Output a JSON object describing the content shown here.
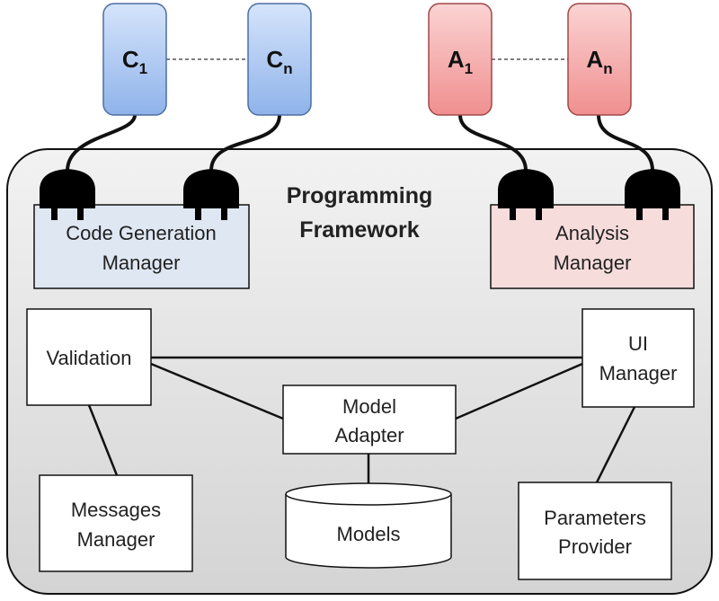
{
  "diagram": {
    "framework_title_line1": "Programming",
    "framework_title_line2": "Framework",
    "plugins": {
      "c1": {
        "base": "C",
        "sub": "1"
      },
      "cn": {
        "base": "C",
        "sub": "n"
      },
      "a1": {
        "base": "A",
        "sub": "1"
      },
      "an": {
        "base": "A",
        "sub": "n"
      }
    },
    "managers": {
      "code_generation": {
        "line1": "Code Generation",
        "line2": "Manager"
      },
      "analysis": {
        "line1": "Analysis",
        "line2": "Manager"
      }
    },
    "components": {
      "validation": "Validation",
      "ui_manager": {
        "line1": "UI",
        "line2": "Manager"
      },
      "model_adapter": {
        "line1": "Model",
        "line2": "Adapter"
      },
      "messages_manager": {
        "line1": "Messages",
        "line2": "Manager"
      },
      "models": "Models",
      "parameters_provider": {
        "line1": "Parameters",
        "line2": "Provider"
      }
    },
    "colors": {
      "code_plugin_fill": "#a9c6f2",
      "analysis_plugin_fill": "#f6a7a7",
      "code_manager_fill": "#dfe7f3",
      "analysis_manager_fill": "#f7dcdc",
      "framework_fill": "#e8e8e8"
    }
  }
}
